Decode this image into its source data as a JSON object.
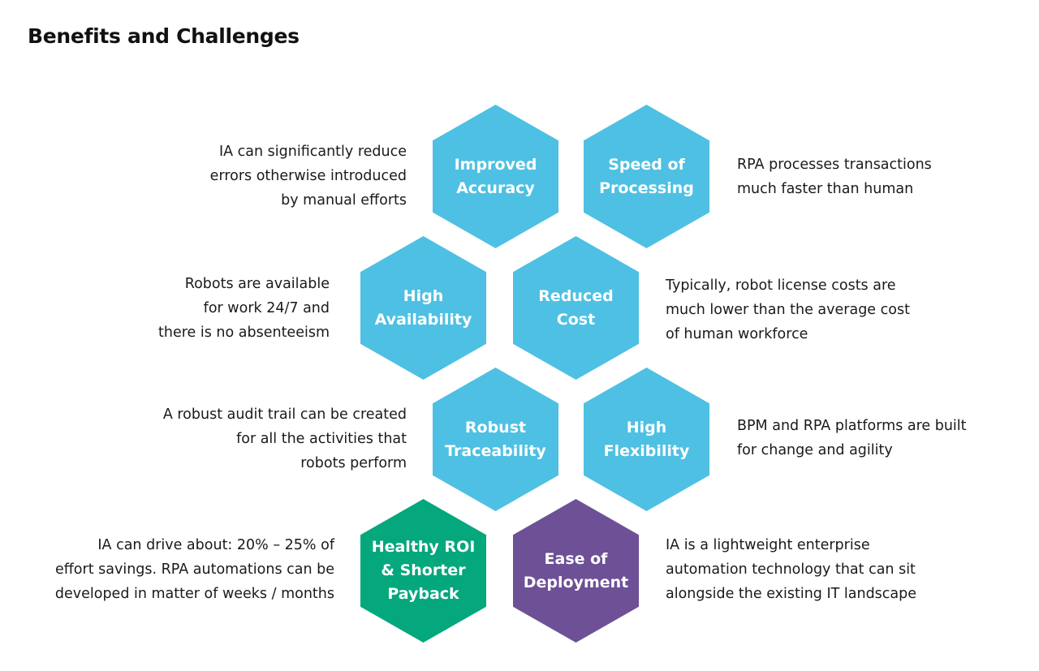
{
  "title": "Benefits and Challenges",
  "colors": {
    "blue": "#4ec0e3",
    "green": "#05a77d",
    "purple": "#6d5096"
  },
  "benefits": [
    {
      "id": "improved-accuracy",
      "label": "Improved\nAccuracy",
      "color": "#4ec0e3",
      "description": "IA can significantly reduce\nerrors otherwise introduced\nby manual efforts"
    },
    {
      "id": "speed-of-processing",
      "label": "Speed of\nProcessing",
      "color": "#4ec0e3",
      "description": "RPA processes transactions\nmuch faster than human"
    },
    {
      "id": "high-availability",
      "label": "High\nAvailability",
      "color": "#4ec0e3",
      "description": "Robots are available\nfor work 24/7 and\nthere is no absenteeism"
    },
    {
      "id": "reduced-cost",
      "label": "Reduced\nCost",
      "color": "#4ec0e3",
      "description": "Typically, robot license costs are\nmuch lower than the average cost\nof human workforce"
    },
    {
      "id": "robust-traceability",
      "label": "Robust\nTraceability",
      "color": "#4ec0e3",
      "description": "A robust audit trail can be created\nfor all the activities that\nrobots perform"
    },
    {
      "id": "high-flexibility",
      "label": "High\nFlexibility",
      "color": "#4ec0e3",
      "description": "BPM and RPA platforms are built\nfor change and agility"
    },
    {
      "id": "healthy-roi",
      "label": "Healthy ROI\n& Shorter\nPayback",
      "color": "#05a77d",
      "description": "IA can drive about: 20% – 25% of\neffort savings. RPA automations can be\ndeveloped in matter of weeks / months"
    },
    {
      "id": "ease-of-deployment",
      "label": "Ease of\nDeployment",
      "color": "#6d5096",
      "description": "IA is a lightweight enterprise\nautomation technology that can sit\nalongside the existing IT landscape"
    }
  ]
}
